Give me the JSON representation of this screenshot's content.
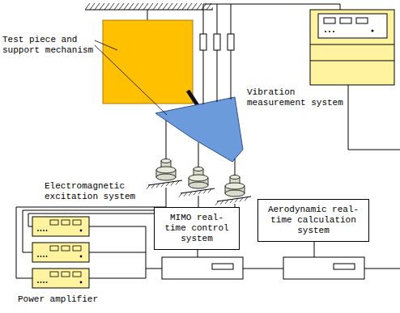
{
  "diagram": {
    "nodes": [
      {
        "text": [
          "MIMO real-time control system"
        ]
      },
      {
        "text": [
          "Aerodynamic real-time calculation system"
        ]
      }
    ],
    "labels": [
      "Test piece and support mechanism",
      "Vibration measurement system",
      "Electromagnetic excitation system",
      "Power amplifier"
    ]
  }
}
